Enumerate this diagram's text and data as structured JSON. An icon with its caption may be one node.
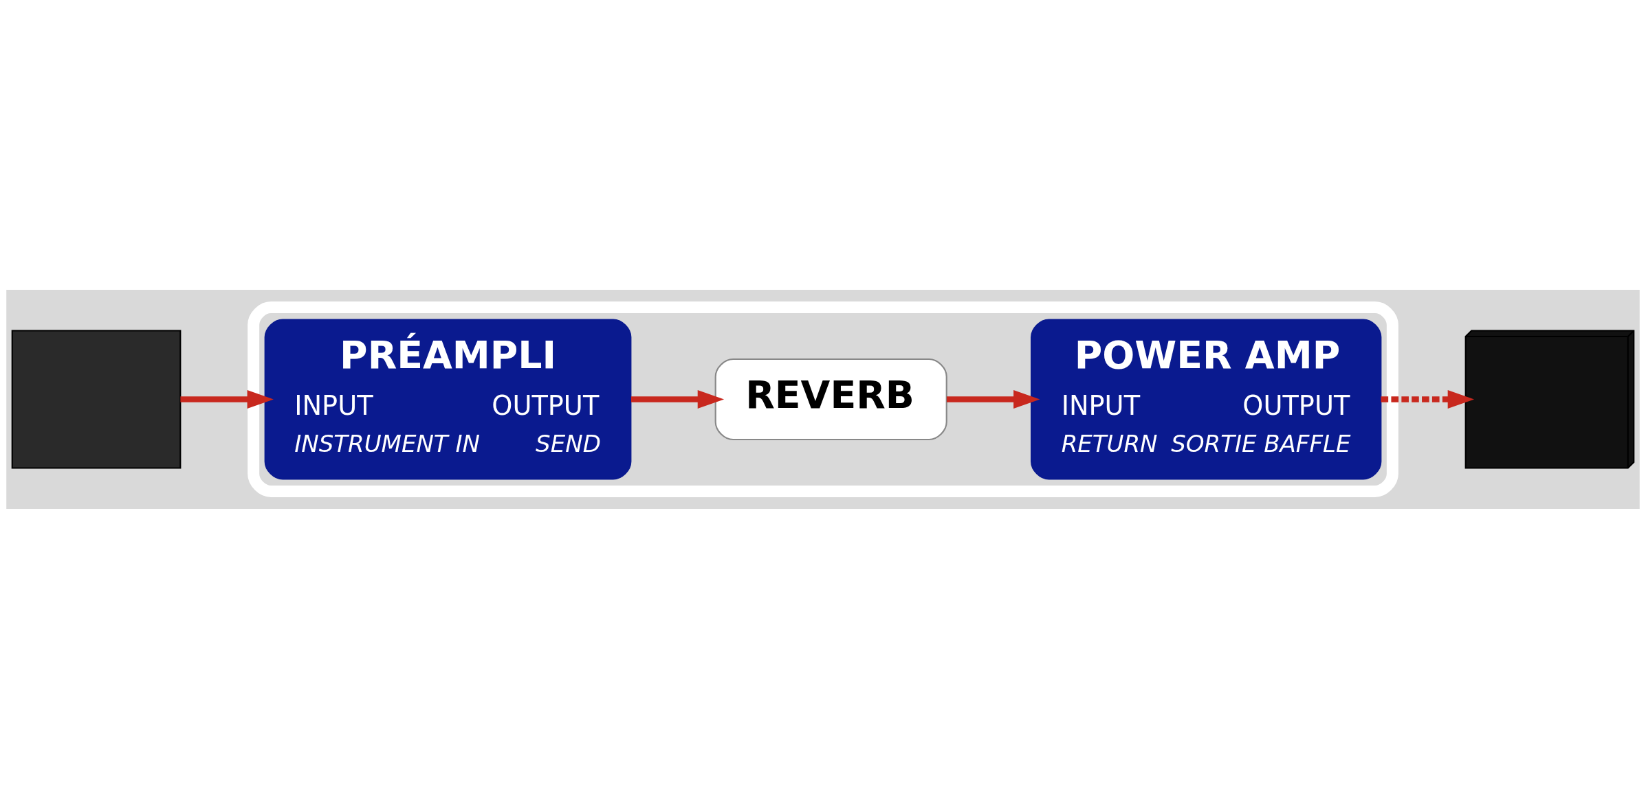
{
  "diagram": {
    "nodes": [
      {
        "text": [],
        "shape": "box"
      },
      {
        "text": [
          "PRÉAMPLI",
          "INPUT",
          "INSTRUMENT IN",
          "OUTPUT",
          "SEND"
        ],
        "in": 0
      },
      {
        "text": [
          "POWER AMP",
          "INPUT",
          "RETURN",
          "OUTPUT",
          "SORTIE BAFFLE"
        ],
        "in": 0
      },
      {
        "text": [
          "REVERB"
        ],
        "in": 0
      },
      {
        "text": [],
        "shape": "box"
      },
      {
        "text": [],
        "shape": "box"
      }
    ],
    "edges": [
      {
        "from": 4,
        "to": 1,
        "arrow": "to"
      },
      {
        "from": 1,
        "to": 3,
        "arrow": "to"
      },
      {
        "from": 3,
        "to": 2,
        "arrow": "to"
      },
      {
        "from": 2,
        "to": 5,
        "arrow": "to",
        "style": "dashed"
      }
    ]
  }
}
